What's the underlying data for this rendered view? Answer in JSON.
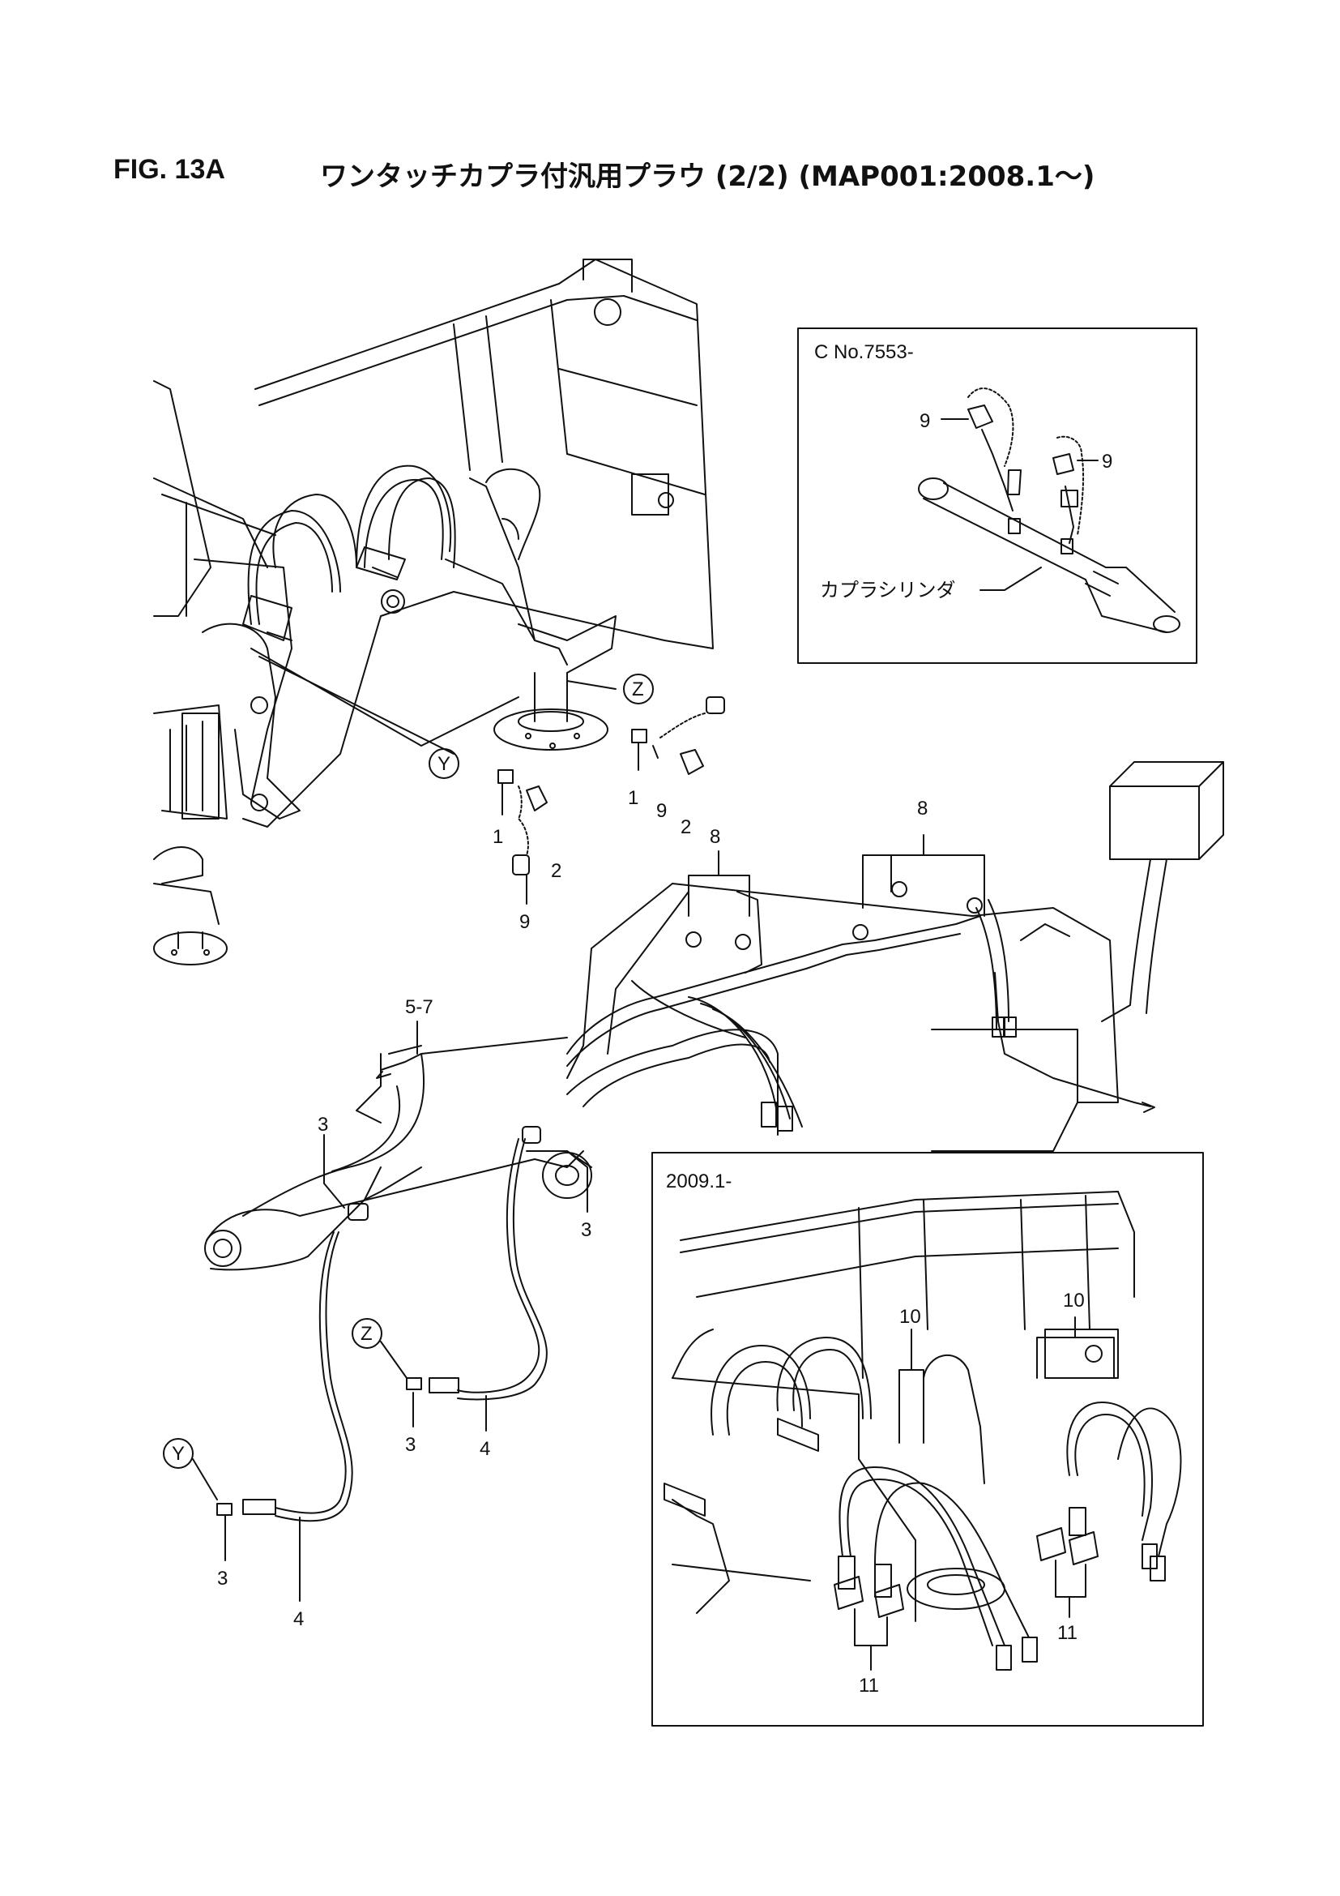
{
  "figure": {
    "number": "FIG. 13A",
    "description": "ワンタッチカプラ付汎用プラウ (2/2) (MAP001:2008.1～)"
  },
  "insets": {
    "top_right": {
      "header": "C No.7553-",
      "cylinder_label": "カプラシリンダ"
    },
    "bottom_right": {
      "header": "2009.1-"
    }
  },
  "view_markers": {
    "y": "Y",
    "z": "Z"
  },
  "part_labels": {
    "p1": "1",
    "p2": "2",
    "p3": "3",
    "p4": "4",
    "p57": "5-7",
    "p8": "8",
    "p9": "9",
    "p10": "10",
    "p11": "11"
  }
}
